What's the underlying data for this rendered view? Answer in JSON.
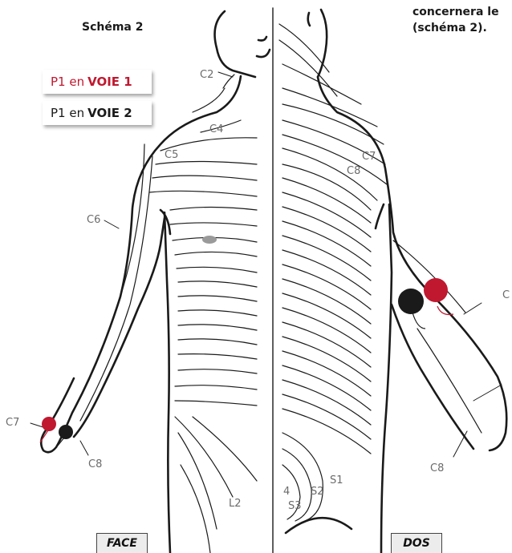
{
  "title": "Schéma 2",
  "top_text": {
    "line1": "concernera le",
    "line2": "(schéma 2)."
  },
  "legend": {
    "voie1": {
      "prefix": "P1 en",
      "bold": "VOIE 1",
      "color": "#c0182f"
    },
    "voie2": {
      "prefix": "P1 en",
      "bold": "VOIE 2",
      "color": "#1a1a1a"
    }
  },
  "views": {
    "front": "FACE",
    "back": "DOS"
  },
  "dermatomes": {
    "c2": "C2",
    "c4": "C4",
    "c5": "C5",
    "c6": "C6",
    "c7_front": "C7",
    "c8_front": "C8",
    "l2": "L2",
    "c7_back": "C7",
    "c8_back_shoulder": "C8",
    "c_back_arm": "C",
    "c8_back_arm": "C8",
    "s1": "S1",
    "s2": "S2",
    "s3": "S3",
    "s4": "4"
  },
  "electrodes": {
    "red": "#c0182f",
    "black": "#1a1a1a"
  },
  "colors": {
    "nipple": "#9a9a9a",
    "outline": "#1a1a1a"
  }
}
